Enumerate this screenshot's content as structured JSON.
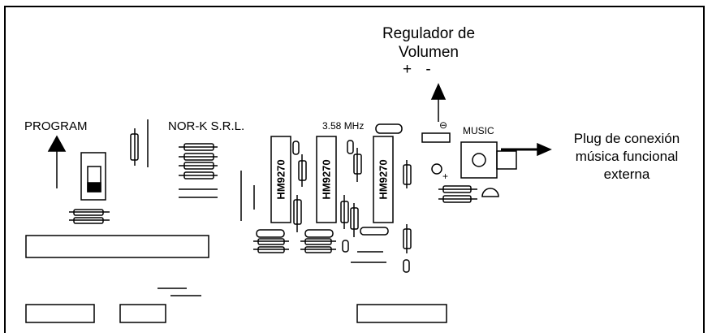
{
  "labels": {
    "regulator_line1": "Regulador de",
    "regulator_line2": "Volumen",
    "plus_minus": "+ -",
    "program": "PROGRAM",
    "company": "NOR-K S.R.L.",
    "frequency": "3.58 MHz",
    "music": "MUSIC",
    "plug_line1": "Plug de conexión",
    "plug_line2": "música funcional",
    "plug_line3": "externa",
    "pot_minus": "⊖",
    "led_plus": "+"
  },
  "chips": [
    "HM9270",
    "HM9270",
    "HM9270"
  ],
  "colors": {
    "ink": "#000000",
    "background": "#ffffff"
  }
}
